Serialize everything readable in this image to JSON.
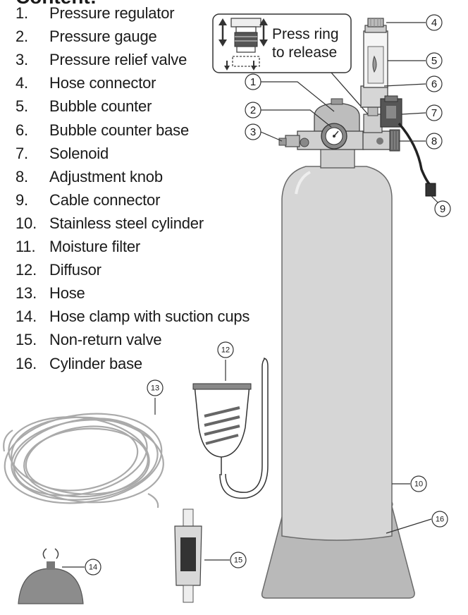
{
  "heading": "Content:",
  "parts_list": [
    {
      "num": "1.",
      "label": "Pressure regulator"
    },
    {
      "num": "2.",
      "label": "Pressure gauge"
    },
    {
      "num": "3.",
      "label": "Pressure relief valve"
    },
    {
      "num": "4.",
      "label": "Hose connector"
    },
    {
      "num": "5.",
      "label": "Bubble counter"
    },
    {
      "num": "6.",
      "label": "Bubble counter base"
    },
    {
      "num": "7.",
      "label": "Solenoid"
    },
    {
      "num": "8.",
      "label": "Adjustment knob"
    },
    {
      "num": "9.",
      "label": "Cable connector"
    },
    {
      "num": "10.",
      "label": "Stainless steel cylinder"
    },
    {
      "num": "11.",
      "label": "Moisture filter"
    },
    {
      "num": "12.",
      "label": "Diffusor"
    },
    {
      "num": "13.",
      "label": "Hose"
    },
    {
      "num": "14.",
      "label": "Hose clamp with suction cups"
    },
    {
      "num": "15.",
      "label": "Non-return valve"
    },
    {
      "num": "16.",
      "label": "Cylinder base"
    }
  ],
  "callout": {
    "line1": "Press ring",
    "line2": "to release"
  },
  "markers": [
    "1",
    "2",
    "3",
    "4",
    "5",
    "6",
    "7",
    "8",
    "9",
    "10",
    "12",
    "13",
    "14",
    "15",
    "16"
  ]
}
